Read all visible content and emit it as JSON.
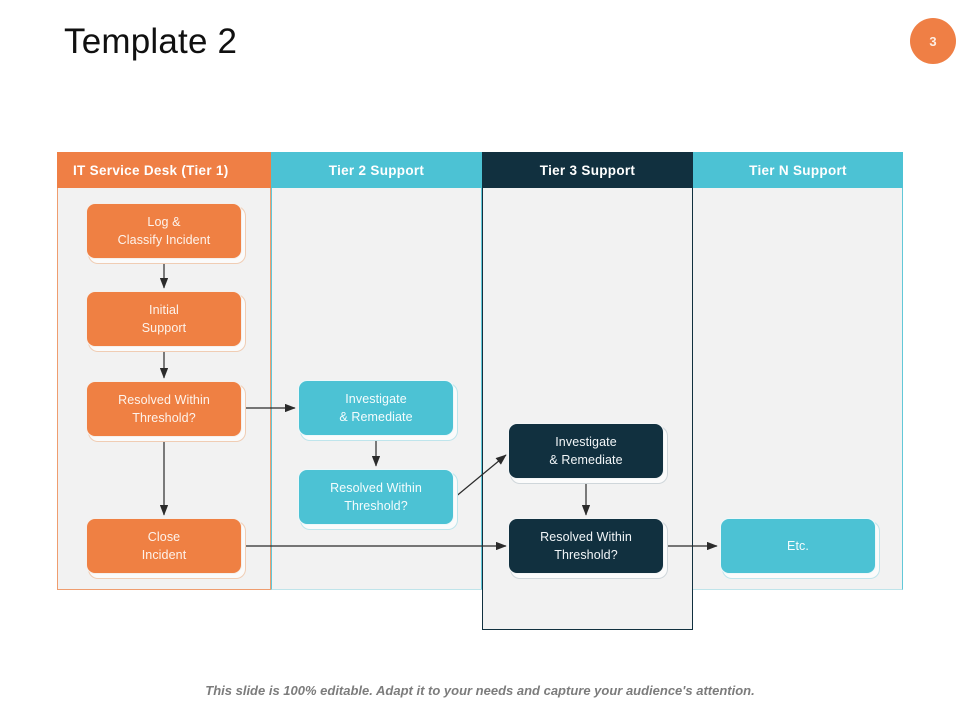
{
  "slide": {
    "title": "Template 2",
    "number": "3",
    "footer_note": "This slide is 100% editable. Adapt it to your needs and capture your audience's attention.",
    "accent_orange": "#ef8043",
    "accent_teal": "#4cc2d4",
    "accent_navy": "#11303f",
    "badge_color": "#ef7f45",
    "lane_body_color": "#f2f2f2"
  },
  "lanes": [
    {
      "id": "lane-1",
      "header": "IT Service Desk (Tier 1)",
      "header_color": "#ef7f45",
      "align": "left"
    },
    {
      "id": "lane-2",
      "header": "Tier 2 Support",
      "header_color": "#4cc2d4",
      "align": "center"
    },
    {
      "id": "lane-3",
      "header": "Tier 3 Support",
      "header_color": "#11303f",
      "align": "center"
    },
    {
      "id": "lane-4",
      "header": "Tier N Support",
      "header_color": "#4cc2d4",
      "align": "center"
    }
  ],
  "nodes": {
    "log_classify": {
      "line1": "Log &",
      "line2": "Classify Incident",
      "lane": "lane-1",
      "color": "orange"
    },
    "initial_support": {
      "line1": "Initial",
      "line2": "Support",
      "lane": "lane-1",
      "color": "orange"
    },
    "resolved_tier1": {
      "line1": "Resolved Within",
      "line2": "Threshold?",
      "lane": "lane-1",
      "color": "orange"
    },
    "close_incident": {
      "line1": "Close",
      "line2": "Incident",
      "lane": "lane-1",
      "color": "orange"
    },
    "investigate_tier2": {
      "line1": "Investigate",
      "line2": "& Remediate",
      "lane": "lane-2",
      "color": "teal"
    },
    "resolved_tier2": {
      "line1": "Resolved Within",
      "line2": "Threshold?",
      "lane": "lane-2",
      "color": "teal"
    },
    "investigate_tier3": {
      "line1": "Investigate",
      "line2": "& Remediate",
      "lane": "lane-3",
      "color": "navy"
    },
    "resolved_tier3": {
      "line1": "Resolved Within",
      "line2": "Threshold?",
      "lane": "lane-3",
      "color": "navy"
    },
    "etc": {
      "line1": "Etc.",
      "line2": "",
      "lane": "lane-4",
      "color": "teal"
    }
  },
  "connectors": [
    {
      "name": "log-to-initial",
      "type": "vertical-arrow"
    },
    {
      "name": "initial-to-resolved1",
      "type": "vertical-arrow"
    },
    {
      "name": "resolved1-to-close",
      "type": "vertical-arrow"
    },
    {
      "name": "resolved1-to-investigate2",
      "type": "horizontal-arrow"
    },
    {
      "name": "investigate2-to-resolved2",
      "type": "vertical-arrow"
    },
    {
      "name": "resolved2-to-investigate3",
      "type": "diagonal-arrow"
    },
    {
      "name": "investigate3-to-resolved3",
      "type": "vertical-arrow"
    },
    {
      "name": "close-to-resolved3",
      "type": "horizontal-arrow"
    },
    {
      "name": "resolved3-to-etc",
      "type": "horizontal-arrow"
    }
  ]
}
